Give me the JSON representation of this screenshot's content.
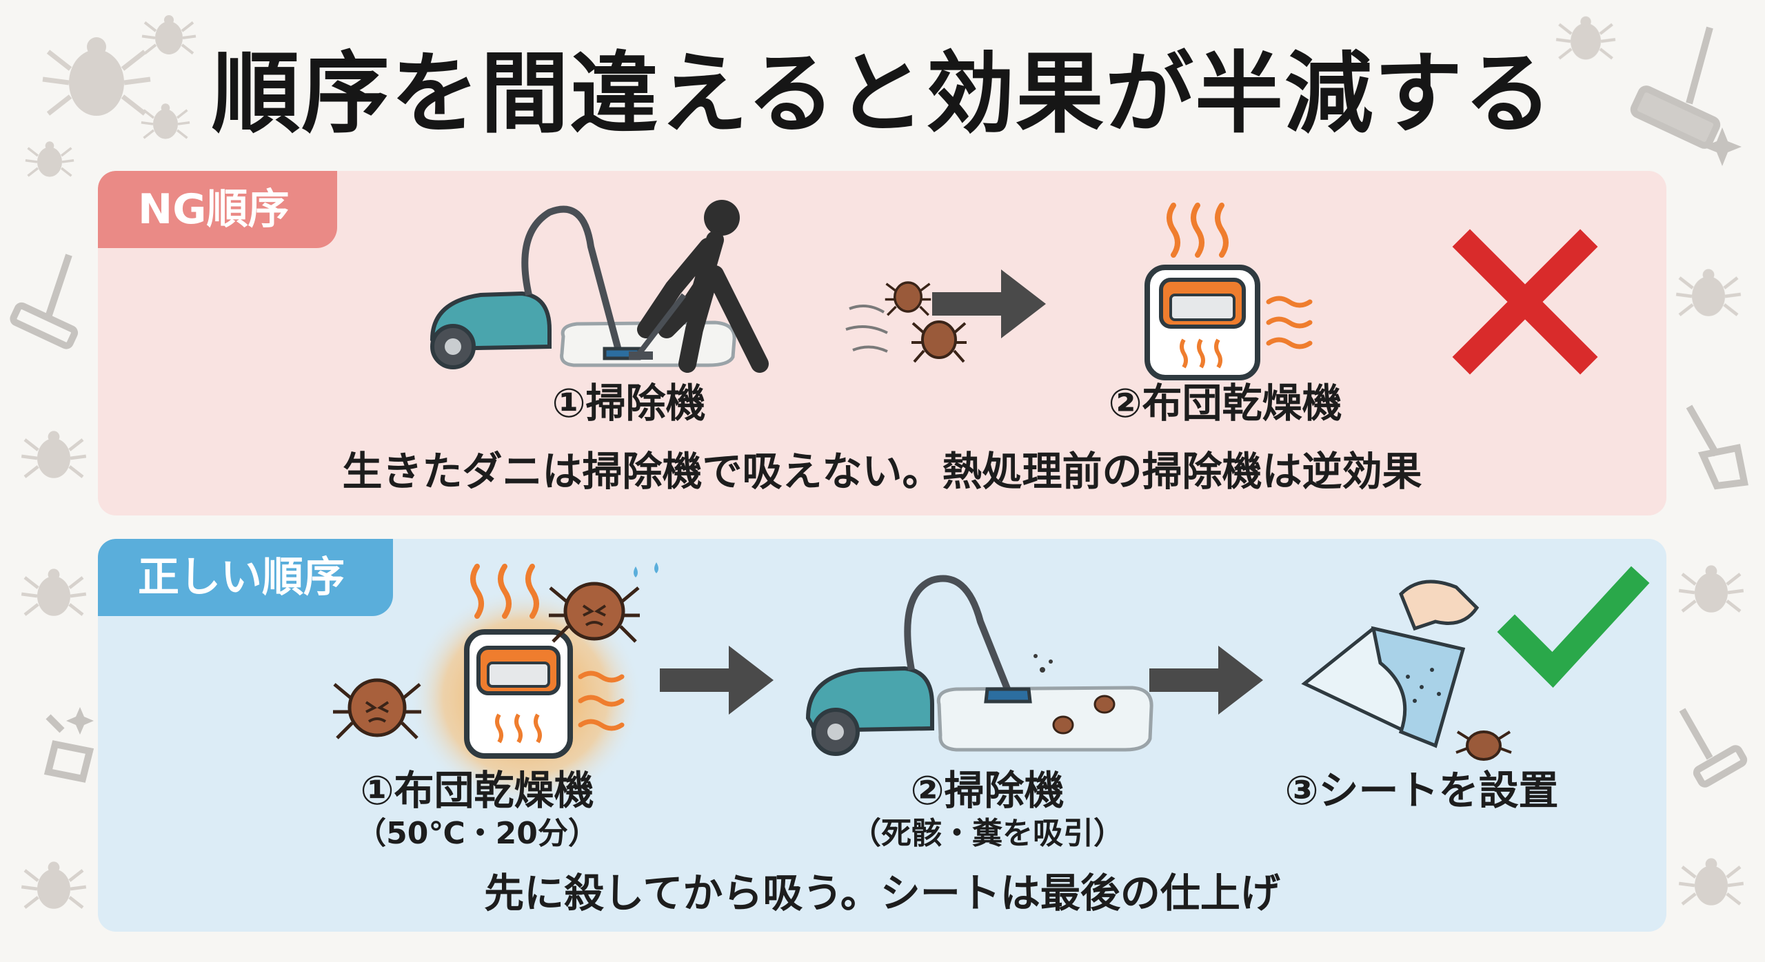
{
  "title": "順序を間違えると効果が半減する",
  "ng": {
    "tab": "NG順序",
    "step1": "①掃除機",
    "step2": "②布団乾燥機",
    "caption": "生きたダニは掃除機で吸えない。熱処理前の掃除機は逆効果",
    "result_icon": "cross-icon"
  },
  "ok": {
    "tab": "正しい順序",
    "step1": "①布団乾燥機",
    "step1_sub": "（50℃・20分）",
    "step2": "②掃除機",
    "step2_sub": "（死骸・糞を吸引）",
    "step3": "③シートを設置",
    "caption": "先に殺してから吸う。シートは最後の仕上げ",
    "result_icon": "check-icon"
  },
  "colors": {
    "ng_panel": "#f9e3e1",
    "ng_tab": "#ea8a86",
    "ok_panel": "#dcecf6",
    "ok_tab": "#5aaedb",
    "cross": "#d92b2b",
    "check": "#2aa84a",
    "heat": "#ef7d2e",
    "vacuum": "#4aa5ad",
    "arrow": "#4a4a4a",
    "mite": "#9a5a3a"
  }
}
